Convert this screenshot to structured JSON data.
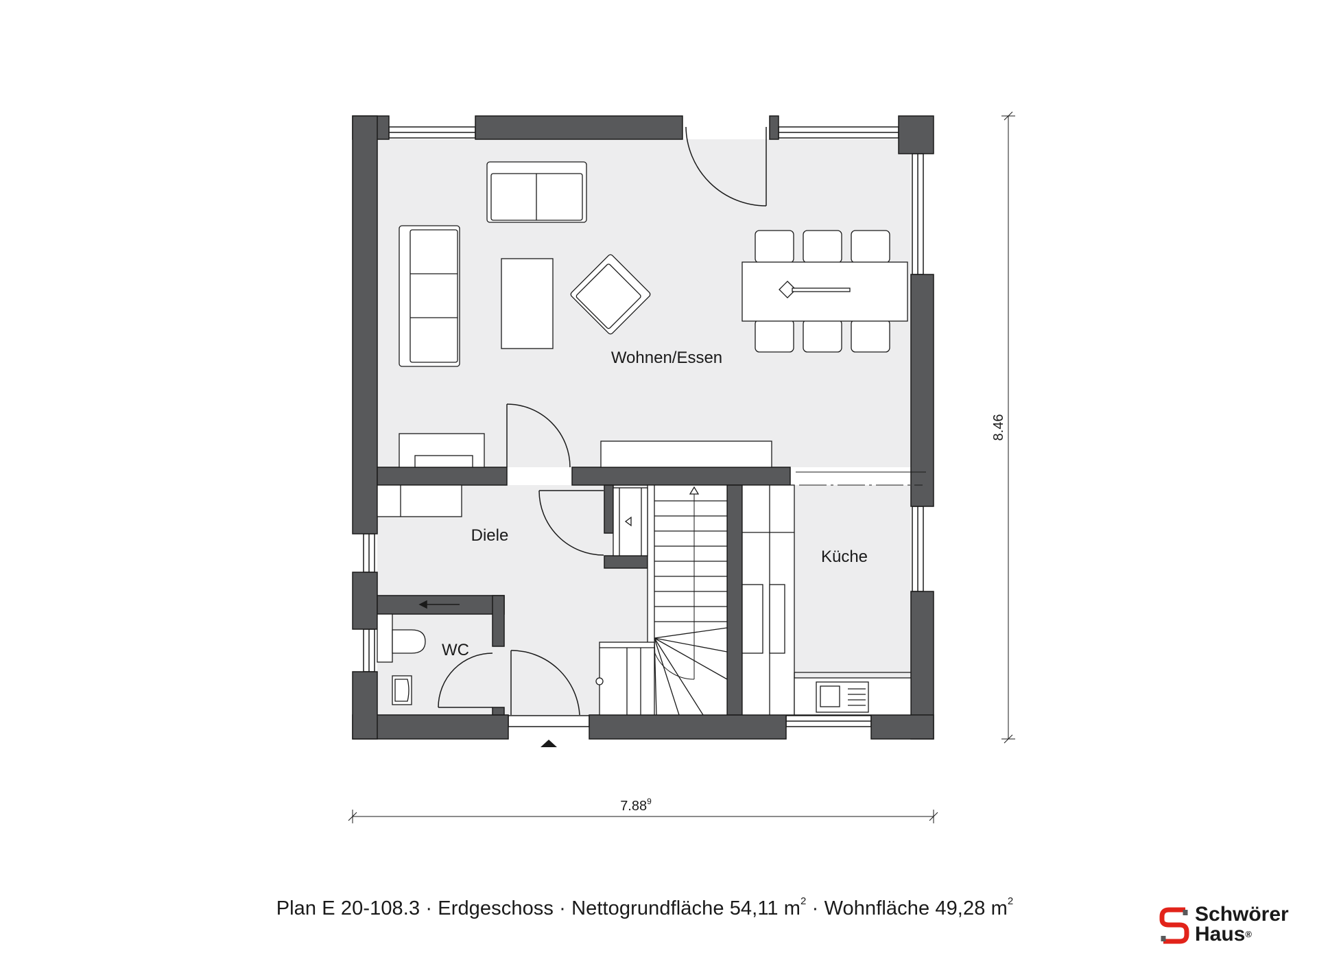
{
  "rooms": {
    "living": "Wohnen/Essen",
    "hall": "Diele",
    "wc": "WC",
    "kitchen": "Küche"
  },
  "dimensions": {
    "width_main": "7.88",
    "width_sup": "9",
    "height": "8.46"
  },
  "caption": {
    "plan": "Plan E 20-108.3",
    "separator": " · ",
    "floor": "Erdgeschoss",
    "net_area_label": "Nettogrundfläche 54,11 m",
    "living_area_label": "Wohnfläche 49,28 m",
    "unit_sup": "2"
  },
  "logo": {
    "line1": "Schwörer",
    "line2": "Haus",
    "mark": "®"
  },
  "colors": {
    "wall": "#58595b",
    "floor": "#ededee",
    "line": "#1a1a1a",
    "brand_red": "#e2231a"
  }
}
